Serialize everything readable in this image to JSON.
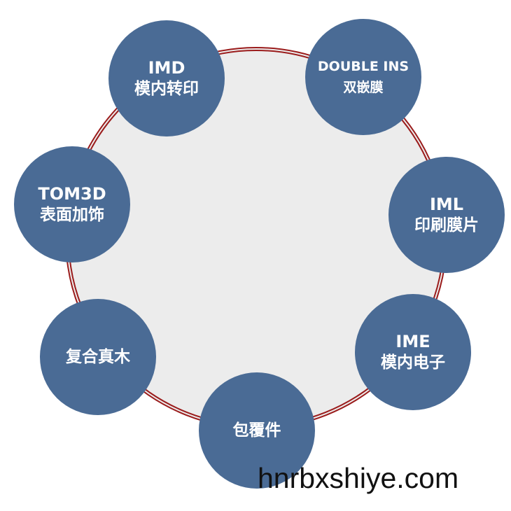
{
  "nodes": [
    {
      "title": "IMD",
      "subtitle": "模内转印"
    },
    {
      "title": "DOUBLE INS",
      "subtitle": "双嵌膜"
    },
    {
      "title": "IML",
      "subtitle": "印刷膜片"
    },
    {
      "title": "IME",
      "subtitle": "模内电子"
    },
    {
      "title": "包覆件"
    },
    {
      "title": "复合真木"
    },
    {
      "title": "TOM3D",
      "subtitle": "表面加饰"
    }
  ],
  "watermark": "hnrbxshiye.com",
  "colors": {
    "node": "#4a6b95",
    "ring": "#9b1c1c",
    "center": "#ececec"
  }
}
